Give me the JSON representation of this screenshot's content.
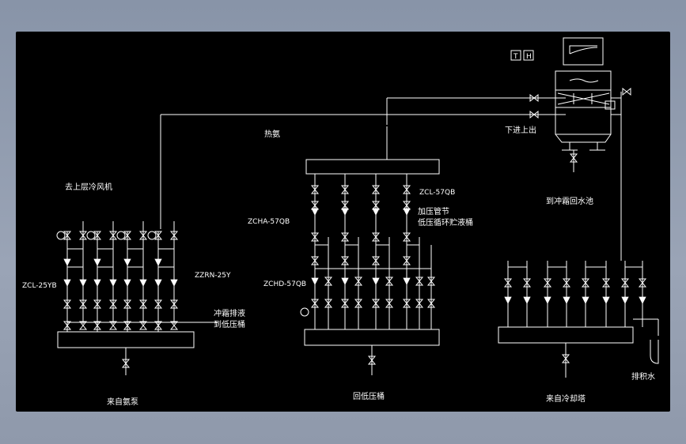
{
  "labels": {
    "upper_cooler": "去上层冷风机",
    "hot_ammonia": "热氨",
    "zcl_25yb": "ZCL-25YB",
    "zzrn_25y": "ZZRN-25Y",
    "defrost_drain_1": "冲霜排液",
    "defrost_drain_2": "到低压桶",
    "from_ammonia_pump": "来自氨泵",
    "zcha_57qb": "ZCHA-57QB",
    "zchd_57qb": "ZCHD-57QB",
    "zcl_57qb": "ZCL-57QB",
    "pressure_reg_1": "加压管节",
    "pressure_reg_2": "低压循环贮液桶",
    "to_low_pressure": "回低压桶",
    "in_bottom_out_top": "下进上出",
    "to_defrost_pool": "到冲霜回水池",
    "from_cooling_tower": "来自冷却塔",
    "drain_water": "排积水",
    "gauge_t": "T",
    "gauge_h": "H"
  },
  "colors": {
    "background": "#000000",
    "line": "#ffffff"
  }
}
